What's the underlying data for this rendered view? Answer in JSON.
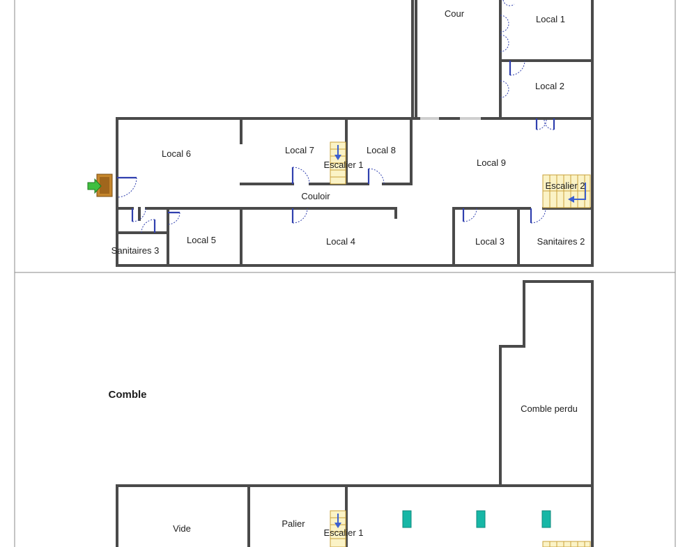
{
  "rooms_upper": {
    "cour": "Cour",
    "local1": "Local 1",
    "local2": "Local 2",
    "local6": "Local 6",
    "local7": "Local 7",
    "escalier1": "Escalier 1",
    "local8": "Local 8",
    "local9": "Local 9",
    "escalier2": "Escalier 2",
    "couloir": "Couloir",
    "sanitaires3": "Sanitaires 3",
    "local5": "Local 5",
    "local4": "Local 4",
    "local3": "Local 3",
    "sanitaires2": "Sanitaires 2"
  },
  "rooms_lower": {
    "comble": "Comble",
    "comble_perdu": "Comble perdu",
    "vide": "Vide",
    "palier": "Palier",
    "escalier1": "Escalier 1"
  },
  "colors": {
    "wall": "#4a4a4a",
    "door": "#2f3fae",
    "stair": "#fbf3c6",
    "fixture": "#17b7a6"
  },
  "icons": [
    "exit-sign-icon",
    "stair-arrow-icon",
    "door-icon",
    "light-fixture-icon"
  ]
}
